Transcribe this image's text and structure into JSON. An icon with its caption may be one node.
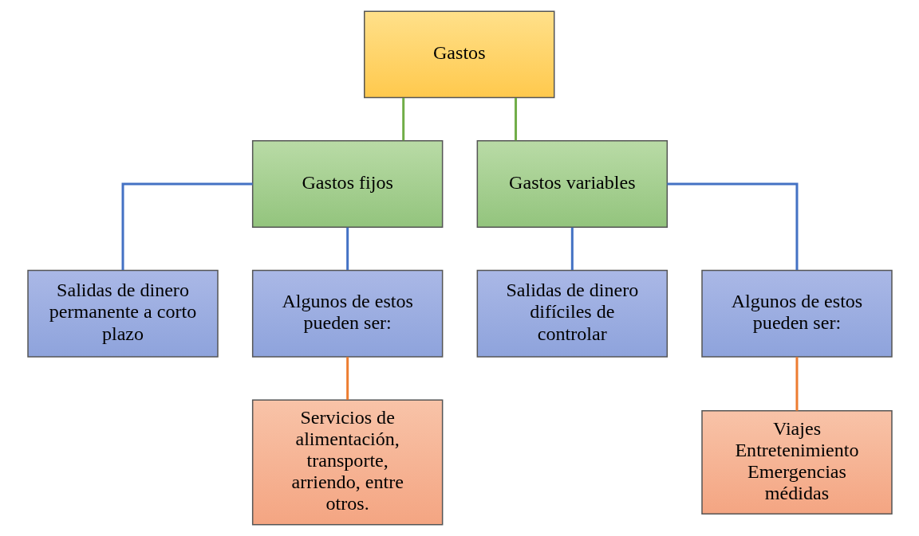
{
  "diagram": {
    "nodes": [
      {
        "text": [
          "Gastos"
        ]
      },
      {
        "text": [
          "Gastos fijos"
        ]
      },
      {
        "text": [
          "Gastos variables"
        ]
      },
      {
        "text": [
          "Salidas de dinero permanente a corto plazo"
        ]
      },
      {
        "text": [
          "Algunos de estos pueden ser:"
        ]
      },
      {
        "text": [
          "Salidas de dinero difíciles de controlar"
        ]
      },
      {
        "text": [
          "Algunos de estos pueden ser:"
        ]
      },
      {
        "text": [
          "Servicios de alimentación, transporte, arriendo, entre otros."
        ]
      },
      {
        "text": [
          "Viajes",
          "Entretenimiento",
          "Emergencias médidas"
        ]
      }
    ],
    "edges": [
      {
        "from": 0,
        "to": 1,
        "arrow": "none",
        "color": "#70ad47"
      },
      {
        "from": 0,
        "to": 2,
        "arrow": "none",
        "color": "#70ad47"
      },
      {
        "from": 1,
        "to": 3,
        "arrow": "none"
      },
      {
        "from": 1,
        "to": 4,
        "arrow": "none"
      },
      {
        "from": 2,
        "to": 5,
        "arrow": "none"
      },
      {
        "from": 2,
        "to": 6,
        "arrow": "none"
      },
      {
        "from": 4,
        "to": 7,
        "arrow": "none",
        "color": "#ed7d31"
      },
      {
        "from": 6,
        "to": 8,
        "arrow": "none",
        "color": "#ed7d31"
      }
    ]
  }
}
